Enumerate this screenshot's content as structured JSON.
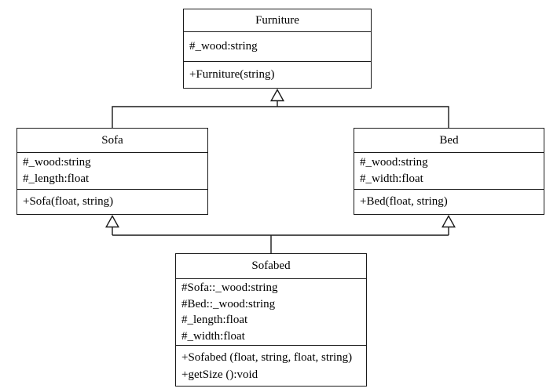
{
  "diagram": {
    "type": "uml-class-diagram",
    "classes": [
      {
        "name": "Furniture",
        "attributes": [
          "#_wood:string"
        ],
        "methods": [
          "+Furniture(string)"
        ]
      },
      {
        "name": "Sofa",
        "attributes": [
          "#_wood:string",
          "#_length:float"
        ],
        "methods": [
          "+Sofa(float, string)"
        ]
      },
      {
        "name": "Bed",
        "attributes": [
          "#_wood:string",
          "#_width:float"
        ],
        "methods": [
          "+Bed(float, string)"
        ]
      },
      {
        "name": "Sofabed",
        "attributes": [
          "#Sofa::_wood:string",
          "#Bed::_wood:string",
          "#_length:float",
          "#_width:float"
        ],
        "methods": [
          "+Sofabed (float, string, float, string)",
          "+getSize ():void"
        ]
      }
    ],
    "relations": [
      {
        "type": "generalization",
        "from": "Sofa",
        "to": "Furniture"
      },
      {
        "type": "generalization",
        "from": "Bed",
        "to": "Furniture"
      },
      {
        "type": "generalization",
        "from": "Sofabed",
        "to": "Sofa"
      },
      {
        "type": "generalization",
        "from": "Sofabed",
        "to": "Bed"
      }
    ]
  },
  "colors": {
    "line": "#1a1a1a",
    "background": "#ffffff",
    "box-fill": "#ffffff",
    "text": "#000000"
  }
}
